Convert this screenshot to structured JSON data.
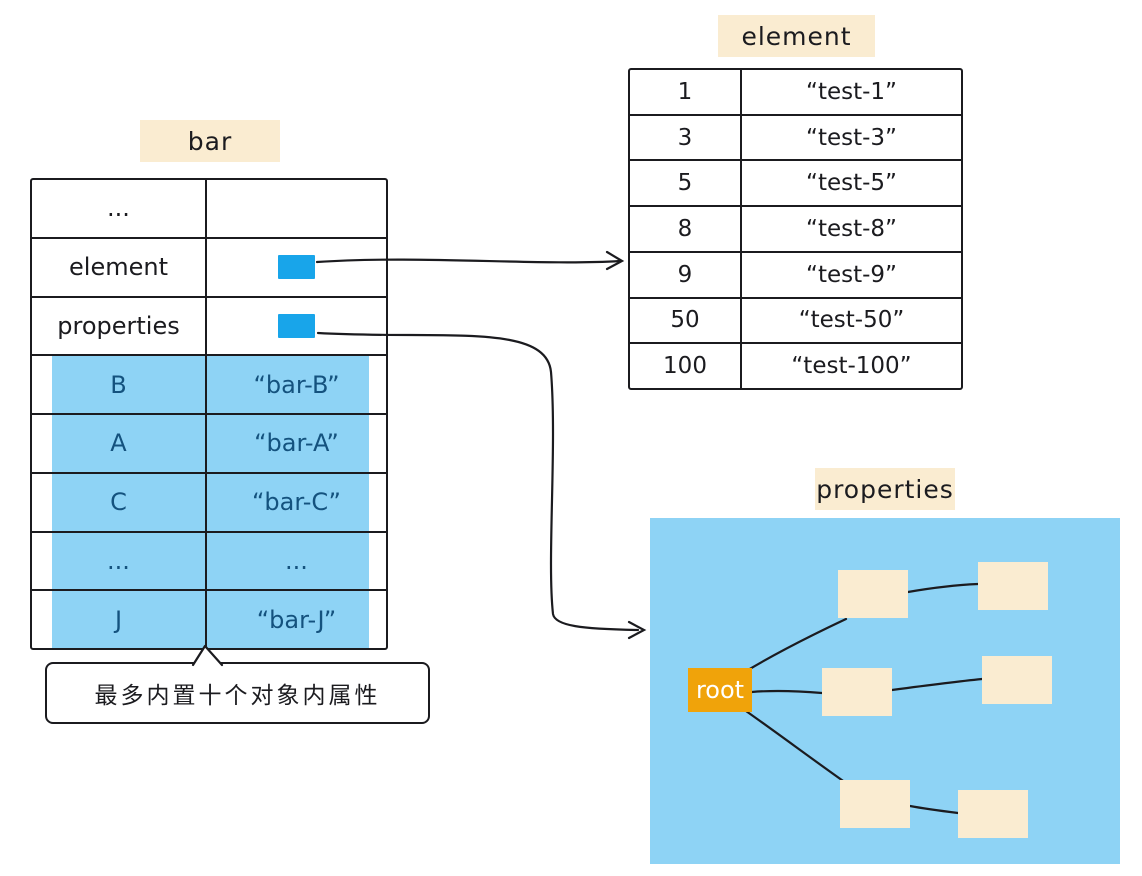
{
  "bar_table": {
    "title": "bar",
    "rows": [
      {
        "key": "...",
        "value": ""
      },
      {
        "key": "element",
        "value": ""
      },
      {
        "key": "properties",
        "value": ""
      },
      {
        "key": "B",
        "value": "“bar-B”"
      },
      {
        "key": "A",
        "value": "“bar-A”"
      },
      {
        "key": "C",
        "value": "“bar-C”"
      },
      {
        "key": "...",
        "value": "..."
      },
      {
        "key": "J",
        "value": "“bar-J”"
      }
    ],
    "note": "最多内置十个对象内属性"
  },
  "element_table": {
    "title": "element",
    "rows": [
      {
        "key": "1",
        "value": "“test-1”"
      },
      {
        "key": "3",
        "value": "“test-3”"
      },
      {
        "key": "5",
        "value": "“test-5”"
      },
      {
        "key": "8",
        "value": "“test-8”"
      },
      {
        "key": "9",
        "value": "“test-9”"
      },
      {
        "key": "50",
        "value": "“test-50”"
      },
      {
        "key": "100",
        "value": "“test-100”"
      }
    ]
  },
  "properties_panel": {
    "title": "properties",
    "root_label": "root",
    "node_count": 6
  },
  "colors": {
    "panel_blue": "#8ed3f5",
    "pointer_blue": "#18a5ea",
    "label_cream": "#faecd1",
    "root_orange": "#f0a30a",
    "stroke": "#1b1b1f"
  }
}
